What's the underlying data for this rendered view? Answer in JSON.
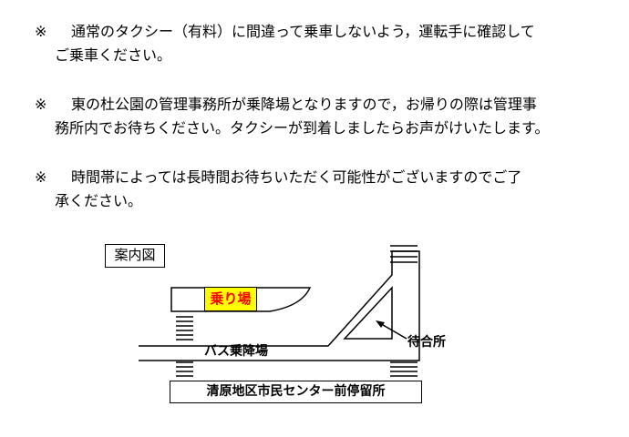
{
  "notes": [
    {
      "mark": "※",
      "lines": [
        "通常のタクシー（有料）に間違って乗車しないよう，運転手に確認して",
        "ご乗車ください。"
      ]
    },
    {
      "mark": "※",
      "lines": [
        "東の杜公園の管理事務所が乗降場となりますので，お帰りの際は管理事",
        "務所内でお待ちください。タクシーが到着しましたらお声がけいたします。"
      ]
    },
    {
      "mark": "※",
      "lines": [
        "時間帯によっては長時間お待ちいただく可能性がございますのでご了",
        "承ください。"
      ]
    }
  ],
  "map": {
    "title": "案内図",
    "boarding_label": "乗り場",
    "bus_label": "バス乗降場",
    "waiting_label": "待合所",
    "stop_label": "清原地区市民センター前停留所",
    "colors": {
      "boarding_fill": "#ffff00",
      "boarding_text": "#ff0000",
      "line": "#000000"
    }
  }
}
